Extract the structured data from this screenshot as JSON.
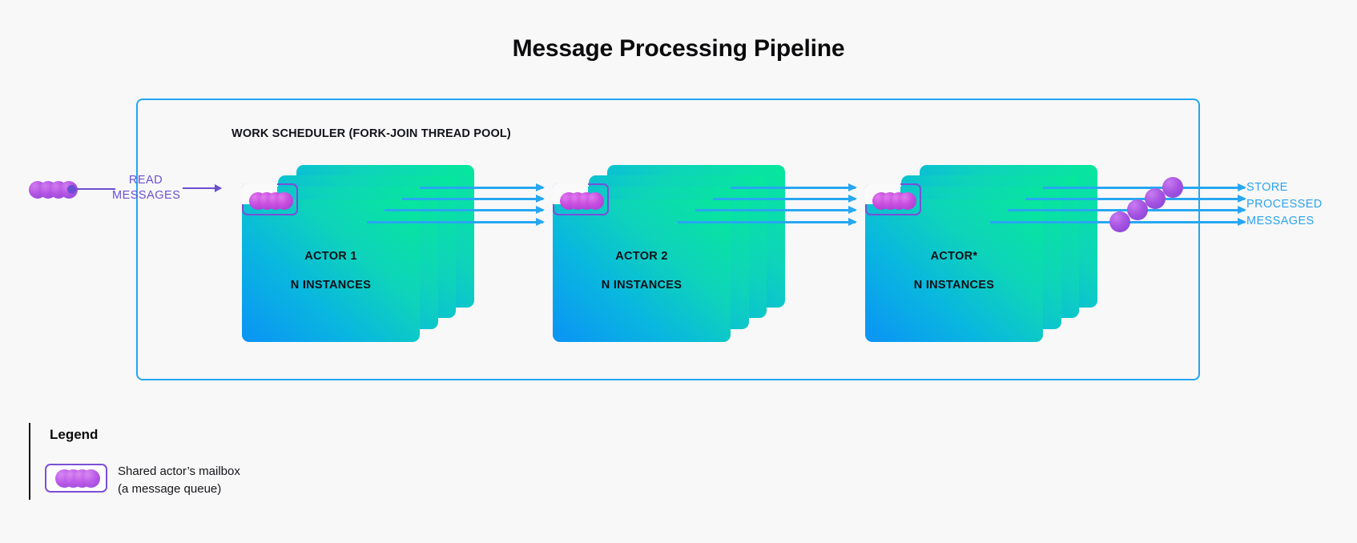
{
  "page": {
    "title": "Message Processing Pipeline",
    "background_color": "#f8f8f8"
  },
  "colors": {
    "accent_blue": "#23a6f0",
    "arrow_blue": "#27a7f2",
    "purple": "#6a4fd4",
    "mailbox_border": "#7b4fd8",
    "card_gradient_from": "#0b93f5",
    "card_gradient_to": "#06e89a",
    "text_dark": "#0b0b0d"
  },
  "scheduler": {
    "label": "WORK SCHEDULER (FORK-JOIN THREAD POOL)"
  },
  "input": {
    "read_label_line1": "READ",
    "read_label_line2": "MESSAGES",
    "message_ball_count": 4,
    "connector_icon": "node-dot-icon",
    "arrow_icon": "arrow-right-icon"
  },
  "actors": [
    {
      "name": "ACTOR 1",
      "instances": "N INSTANCES",
      "card_count": 4,
      "mailbox_ball_count": 4
    },
    {
      "name": "ACTOR 2",
      "instances": "N INSTANCES",
      "card_count": 4,
      "mailbox_ball_count": 4
    },
    {
      "name": "ACTOR*",
      "instances": "N INSTANCES",
      "card_count": 4,
      "mailbox_ball_count": 4
    }
  ],
  "flow": {
    "lane_count": 4,
    "arrow_icon": "arrow-right-icon"
  },
  "output": {
    "label_line1": "STORE",
    "label_line2": "PROCESSED",
    "label_line3": "MESSAGES",
    "processed_ball_count": 4
  },
  "legend": {
    "title": "Legend",
    "items": [
      {
        "swatch": "mailbox-swatch",
        "text_line1": "Shared actor’s mailbox",
        "text_line2": "(a message queue)"
      }
    ]
  }
}
